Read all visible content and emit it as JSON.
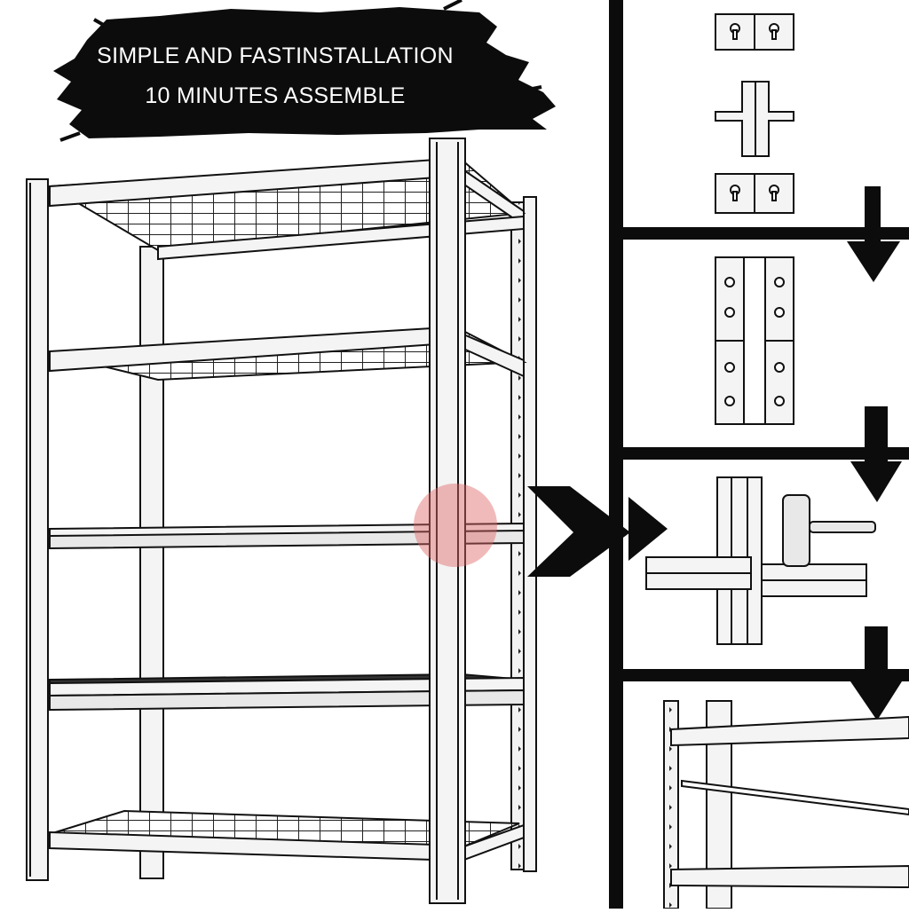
{
  "banner": {
    "line1": "SIMPLE AND FASTINSTALLATION",
    "line2": "10 MINUTES ASSEMBLE"
  },
  "colors": {
    "background": "#ffffff",
    "ink": "#111111",
    "metal": "#f4f4f4",
    "highlight": "#e06666"
  },
  "steps": [
    {
      "name": "connector-parts"
    },
    {
      "name": "upright-joint"
    },
    {
      "name": "beam-hammer-install"
    },
    {
      "name": "assembled-shelf"
    }
  ]
}
